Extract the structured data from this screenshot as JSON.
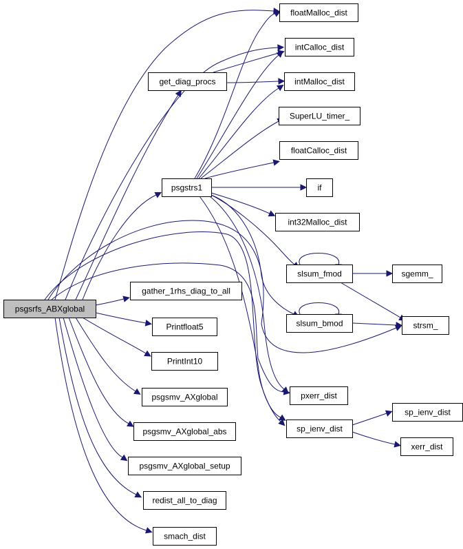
{
  "nodes": [
    {
      "id": "root",
      "label": "psgsrfs_ABXglobal",
      "root": true
    },
    {
      "id": "floatMalloc",
      "label": "floatMalloc_dist"
    },
    {
      "id": "intCalloc",
      "label": "intCalloc_dist"
    },
    {
      "id": "getdiag",
      "label": "get_diag_procs"
    },
    {
      "id": "intMalloc",
      "label": "intMalloc_dist"
    },
    {
      "id": "timer",
      "label": "SuperLU_timer_"
    },
    {
      "id": "floatCalloc",
      "label": "floatCalloc_dist"
    },
    {
      "id": "psgstrs1",
      "label": "psgstrs1"
    },
    {
      "id": "if",
      "label": "if"
    },
    {
      "id": "int32Malloc",
      "label": "int32Malloc_dist"
    },
    {
      "id": "fmod",
      "label": "slsum_fmod"
    },
    {
      "id": "sgemm",
      "label": "sgemm_"
    },
    {
      "id": "gather",
      "label": "gather_1rhs_diag_to_all"
    },
    {
      "id": "bmod",
      "label": "slsum_bmod"
    },
    {
      "id": "strsm",
      "label": "strsm_"
    },
    {
      "id": "printfloat",
      "label": "Printfloat5"
    },
    {
      "id": "printint",
      "label": "PrintInt10"
    },
    {
      "id": "pxerr",
      "label": "pxerr_dist"
    },
    {
      "id": "smv",
      "label": "psgsmv_AXglobal"
    },
    {
      "id": "ienv",
      "label": "sp_ienv_dist"
    },
    {
      "id": "ienv2",
      "label": "sp_ienv_dist"
    },
    {
      "id": "smvabs",
      "label": "psgsmv_AXglobal_abs"
    },
    {
      "id": "xerr",
      "label": "xerr_dist"
    },
    {
      "id": "smvsetup",
      "label": "psgsmv_AXglobal_setup"
    },
    {
      "id": "redist",
      "label": "redist_all_to_diag"
    },
    {
      "id": "smach",
      "label": "smach_dist"
    }
  ],
  "edges": [
    [
      "root",
      "floatMalloc"
    ],
    [
      "root",
      "intCalloc"
    ],
    [
      "root",
      "getdiag"
    ],
    [
      "root",
      "psgstrs1"
    ],
    [
      "root",
      "gather"
    ],
    [
      "root",
      "printfloat"
    ],
    [
      "root",
      "printint"
    ],
    [
      "root",
      "smv"
    ],
    [
      "root",
      "smvabs"
    ],
    [
      "root",
      "smvsetup"
    ],
    [
      "root",
      "redist"
    ],
    [
      "root",
      "smach"
    ],
    [
      "root",
      "strsm"
    ],
    [
      "root",
      "pxerr"
    ],
    [
      "root",
      "ienv"
    ],
    [
      "getdiag",
      "intCalloc"
    ],
    [
      "getdiag",
      "intMalloc"
    ],
    [
      "psgstrs1",
      "floatMalloc"
    ],
    [
      "psgstrs1",
      "intCalloc"
    ],
    [
      "psgstrs1",
      "intMalloc"
    ],
    [
      "psgstrs1",
      "timer"
    ],
    [
      "psgstrs1",
      "floatCalloc"
    ],
    [
      "psgstrs1",
      "if"
    ],
    [
      "psgstrs1",
      "int32Malloc"
    ],
    [
      "psgstrs1",
      "fmod"
    ],
    [
      "psgstrs1",
      "bmod"
    ],
    [
      "psgstrs1",
      "pxerr"
    ],
    [
      "psgstrs1",
      "ienv"
    ],
    [
      "fmod",
      "fmod"
    ],
    [
      "fmod",
      "sgemm"
    ],
    [
      "fmod",
      "strsm"
    ],
    [
      "bmod",
      "bmod"
    ],
    [
      "bmod",
      "strsm"
    ],
    [
      "ienv",
      "ienv2"
    ],
    [
      "ienv",
      "xerr"
    ]
  ],
  "colors": {
    "edge": "#191970",
    "root_fill": "#bfbfbf",
    "node_fill": "#ffffff",
    "border": "#000000"
  }
}
